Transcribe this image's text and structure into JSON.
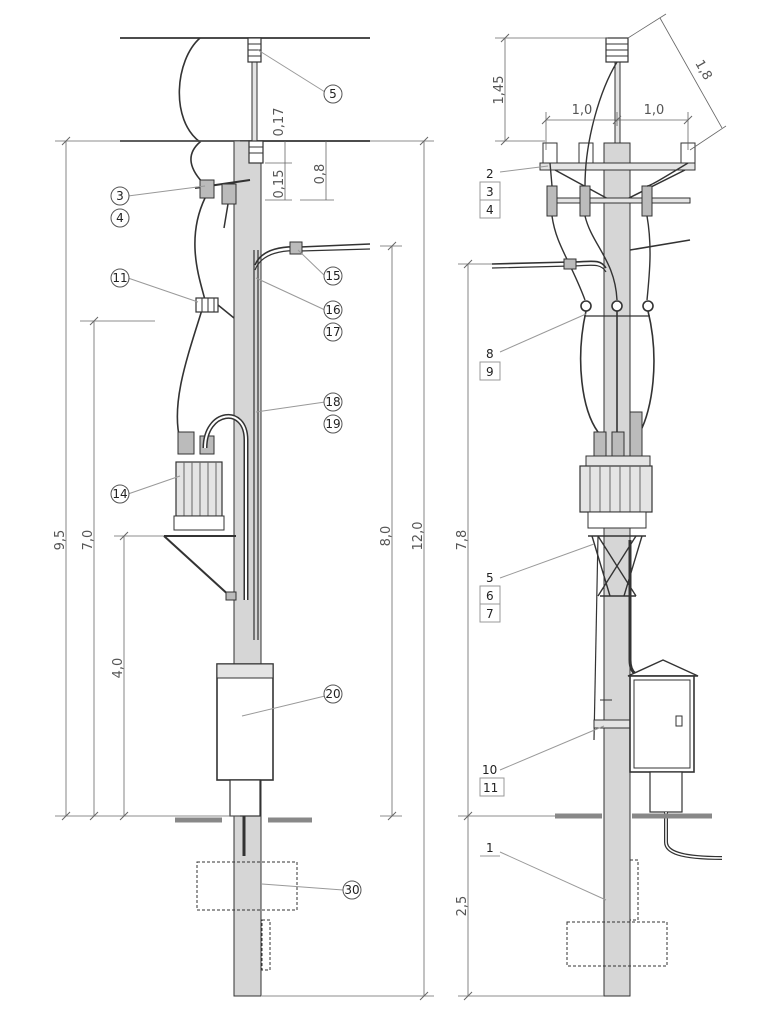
{
  "colors": {
    "line": "#333333",
    "dim": "#666666",
    "leader": "#999999",
    "pole_fill": "#d6d6d6",
    "ground": "#888888",
    "fill_light": "#e4e4e4"
  },
  "left_view": {
    "dimensions": {
      "d_0_17": "0,17",
      "d_0_15": "0,15",
      "d_0_8": "0,8",
      "d_9_5": "9,5",
      "d_7_0": "7,0",
      "d_4_0": "4,0",
      "d_8_0": "8,0",
      "d_12_0": "12,0"
    },
    "callouts": {
      "c3": "3",
      "c4": "4",
      "c5": "5",
      "c11": "11",
      "c14": "14",
      "c15": "15",
      "c16": "16",
      "c17": "17",
      "c18": "18",
      "c19": "19",
      "c20": "20",
      "c30": "30"
    }
  },
  "right_view": {
    "dimensions": {
      "d_1_45": "1,45",
      "d_1_8": "1,8",
      "d_1_0_left": "1,0",
      "d_1_0_right": "1,0",
      "d_7_8": "7,8",
      "d_2_5": "2,5"
    },
    "labels": {
      "l2": "2",
      "l3": "3",
      "l4": "4",
      "l8": "8",
      "l9": "9",
      "l5": "5",
      "l6": "6",
      "l7": "7",
      "l10": "10",
      "l11": "11",
      "l1": "1"
    }
  }
}
